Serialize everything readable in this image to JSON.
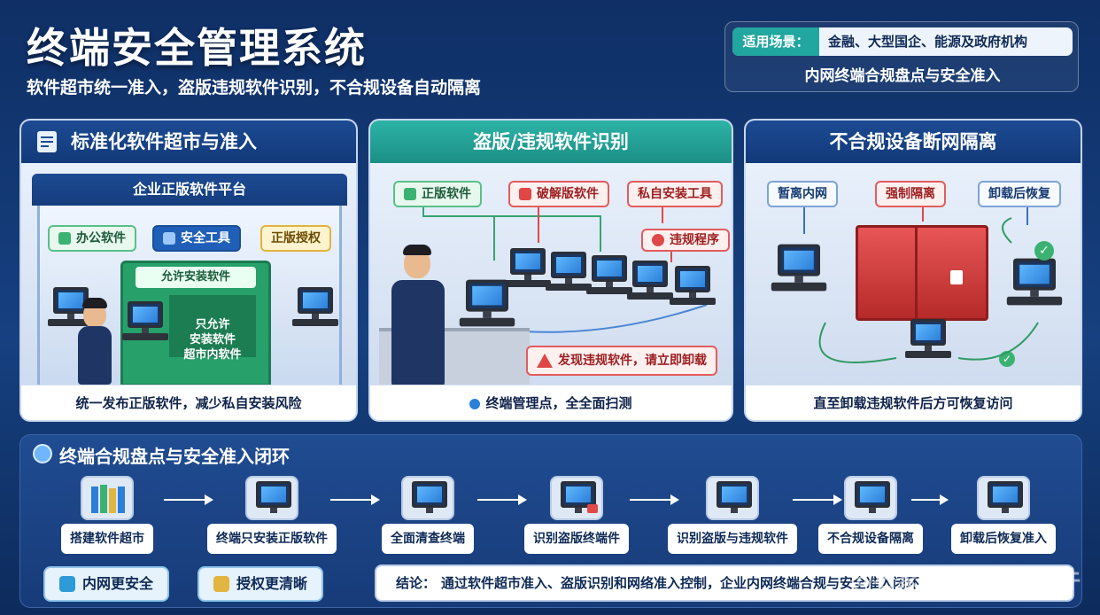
{
  "header": {
    "title": "终端安全管理系统",
    "subtitle": "软件超市统一准入，盗版违规软件识别，不合规设备自动隔离",
    "scene_label": "适用场景：",
    "scene_value": "金融、大型国企、能源及政府机构",
    "scene_line2": "内网终端合规盘点与安全准入"
  },
  "panels": [
    {
      "title": "标准化软件超市与准入",
      "banner": "企业正版软件平台",
      "chips": [
        "办公软件",
        "安全工具",
        "正版授权"
      ],
      "gate_label": "允许安装软件",
      "screen_text": "只允许\n安装软件\n超市内软件",
      "footer": "统一发布正版软件，减少私自安装风险"
    },
    {
      "title": "盗版/违规软件识别",
      "chips": [
        "正版软件",
        "破解版软件",
        "私自安装工具",
        "违规程序"
      ],
      "alert": "发现违规软件，请立即卸载",
      "footer": "终端管理点，全全面扫测"
    },
    {
      "title": "不合规设备断网隔离",
      "chips": [
        "暂离内网",
        "强制隔离",
        "卸载后恢复"
      ],
      "footer": "直至卸载违规软件后方可恢复访问"
    }
  ],
  "flow": {
    "title": "终端合规盘点与安全准入闭环",
    "steps": [
      "搭建软件超市",
      "终端只安装正版软件",
      "全面清查终端",
      "识别盗版终端件",
      "识别盗版与违规软件",
      "不合规设备隔离",
      "卸载后恢复准入"
    ],
    "badges": [
      "内网更安全",
      "授权更清晰"
    ],
    "conclusion_key": "结论：",
    "conclusion_text": "通过软件超市准入、盗版识别和网络准入控制，企业内网终端合规与安全准入闭环"
  },
  "watermark": "@石家庄洞察之眼软件",
  "colors": {
    "brand_navy": "#123a7a",
    "accent_teal": "#1b8f86",
    "alert_red": "#e24848",
    "ok_green": "#3bb272"
  }
}
